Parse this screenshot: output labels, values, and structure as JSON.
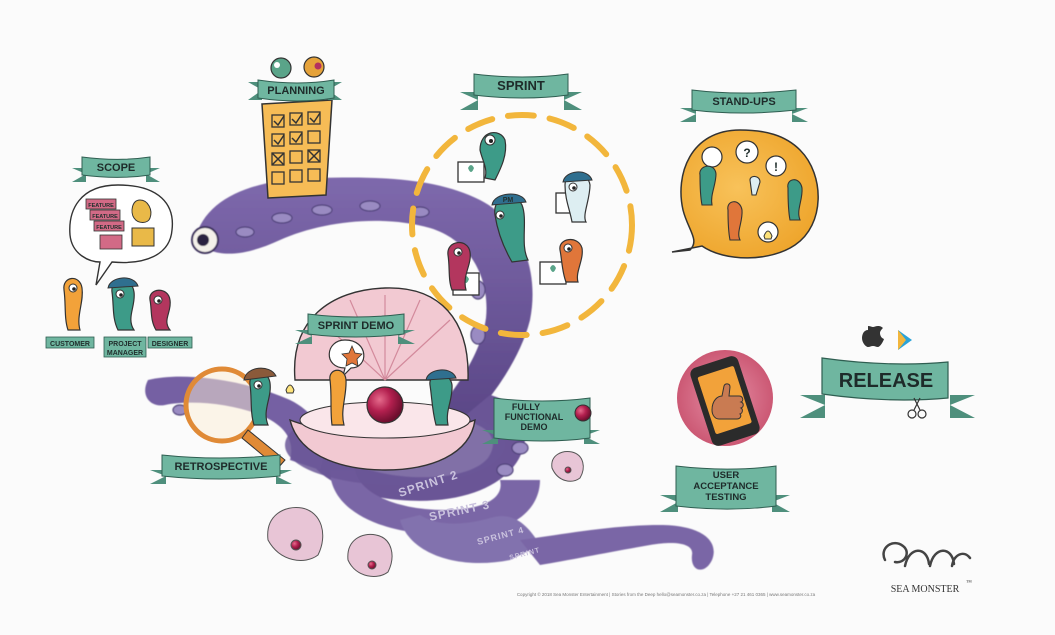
{
  "banners": {
    "planning": "PLANNING",
    "sprint": "SPRINT",
    "standups": "STAND-UPS",
    "scope": "SCOPE",
    "sprint_demo": "SPRINT DEMO",
    "fully_functional_demo_line1": "FULLY",
    "fully_functional_demo_line2": "FUNCTIONAL",
    "fully_functional_demo_line3": "DEMO",
    "retrospective": "RETROSPECTIVE",
    "release": "RELEASE",
    "uat_line1": "USER",
    "uat_line2": "ACCEPTANCE",
    "uat_line3": "TESTING"
  },
  "roles": {
    "customer": "CUSTOMER",
    "project_manager_line1": "PROJECT",
    "project_manager_line2": "MANAGER",
    "designer": "DESIGNER"
  },
  "scope_cards": [
    "FEATURE",
    "FEATURE",
    "FEATURE"
  ],
  "sprint_rings": [
    "SPRINT 2",
    "SPRINT 3",
    "SPRINT 4",
    "SPRINT"
  ],
  "pm_cap": "PM",
  "bubble_glyphs": [
    "?",
    "!"
  ],
  "copyright": "Copyright © 2018 Sea Monster Entertainment | Stories from the Deep hello@seamonster.co.za | Telephone +27 21 461 0365 | www.seamonster.co.za",
  "logo": {
    "name": "SEA MONSTER",
    "tm": "™"
  },
  "colors": {
    "tentacle": "#6f5b9c",
    "tentacle_dark": "#4d3f78",
    "banner": "#6fb6a0",
    "banner_dark": "#4e8f7c",
    "dash": "#f2b63c",
    "bubble": "#f5b640",
    "pearl": "#b3204f",
    "shell": "#f2c9d2"
  }
}
